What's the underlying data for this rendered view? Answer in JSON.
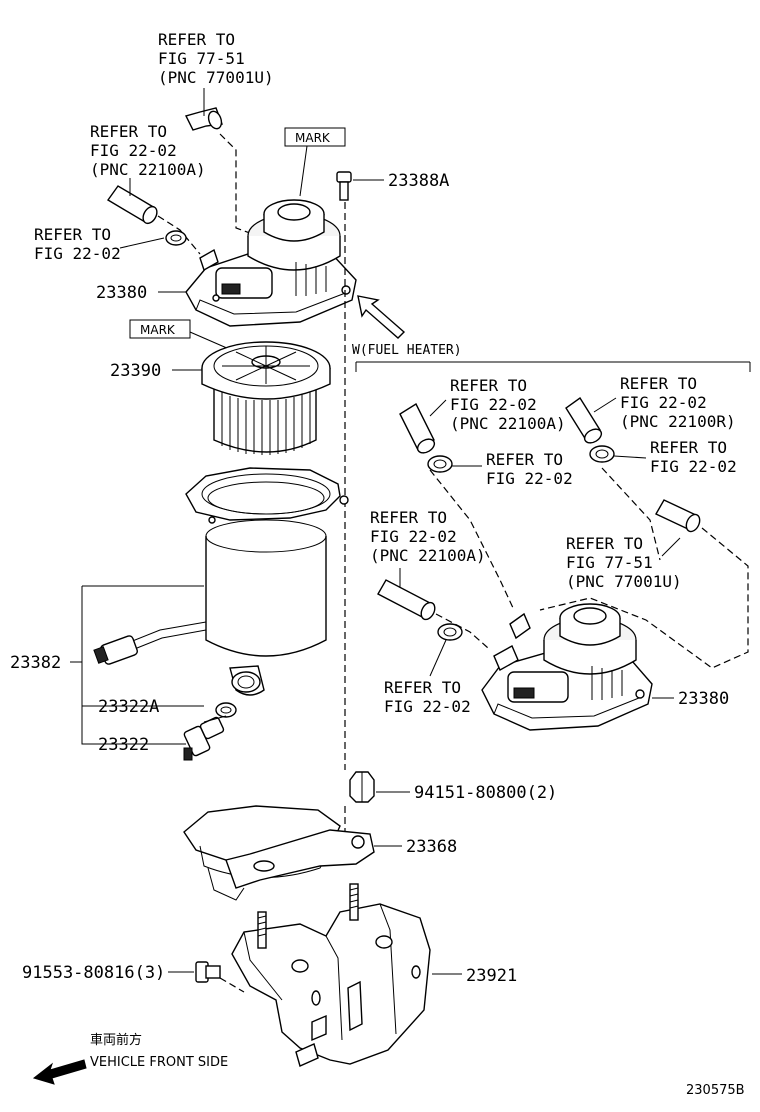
{
  "refs": {
    "top_hose": [
      "REFER TO",
      "FIG 77-51",
      "(PNC 77001U)"
    ],
    "left_hose": [
      "REFER TO",
      "FIG 22-02",
      "(PNC 22100A)"
    ],
    "left_clamp": [
      "REFER TO",
      "FIG 22-02"
    ],
    "fh_hose_a": [
      "REFER TO",
      "FIG 22-02",
      "(PNC 22100A)"
    ],
    "fh_hose_r": [
      "REFER TO",
      "FIG 22-02",
      "(PNC 22100R)"
    ],
    "fh_clamp_mid": [
      "REFER TO",
      "FIG 22-02"
    ],
    "fh_clamp_right": [
      "REFER TO",
      "FIG 22-02"
    ],
    "fh_hose_left": [
      "REFER TO",
      "FIG 22-02",
      "(PNC 22100A)"
    ],
    "fh_hose_right": [
      "REFER TO",
      "FIG 77-51",
      "(PNC 77001U)"
    ],
    "fh_clamp_bottom": [
      "REFER TO",
      "FIG 22-02"
    ]
  },
  "marks": {
    "top": "MARK",
    "filter": "MARK"
  },
  "parts": {
    "p23388A": "23388A",
    "p23380": "23380",
    "p23390": "23390",
    "p23382": "23382",
    "p23322A": "23322A",
    "p23322": "23322",
    "p94151": "94151-80800(2)",
    "p23368": "23368",
    "p91553": "91553-80816(3)",
    "p23921": "23921",
    "p23380_fh": "23380"
  },
  "fuel_heater_title": "W(FUEL HEATER)",
  "direction": {
    "jp": "車両前方",
    "en": "VEHICLE FRONT SIDE"
  },
  "drawing_number": "230575B"
}
